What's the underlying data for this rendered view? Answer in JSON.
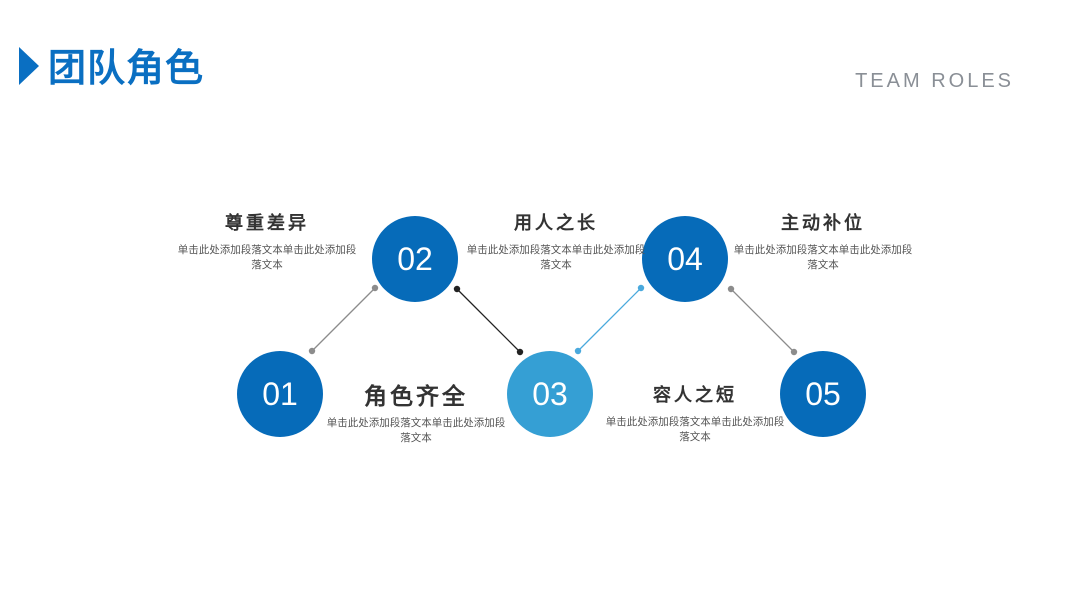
{
  "header": {
    "title": "团队角色",
    "subtitle": "TEAM ROLES"
  },
  "colors": {
    "primary": "#066bb9",
    "secondary": "#359fd4",
    "heading_text": "#333333",
    "body_text": "#555555"
  },
  "nodes": [
    {
      "number": "01",
      "heading": "角色齐全",
      "body": "单击此处添加段落文本单击此处添加段落文本"
    },
    {
      "number": "02",
      "heading": "尊重差异",
      "body": "单击此处添加段落文本单击此处添加段落文本"
    },
    {
      "number": "03",
      "heading": "用人之长",
      "body": "单击此处添加段落文本单击此处添加段落文本"
    },
    {
      "number": "04",
      "heading": "主动补位",
      "body": "单击此处添加段落文本单击此处添加段落文本"
    },
    {
      "number": "05",
      "heading": "容人之短",
      "body": "单击此处添加段落文本单击此处添加段落文本"
    }
  ]
}
